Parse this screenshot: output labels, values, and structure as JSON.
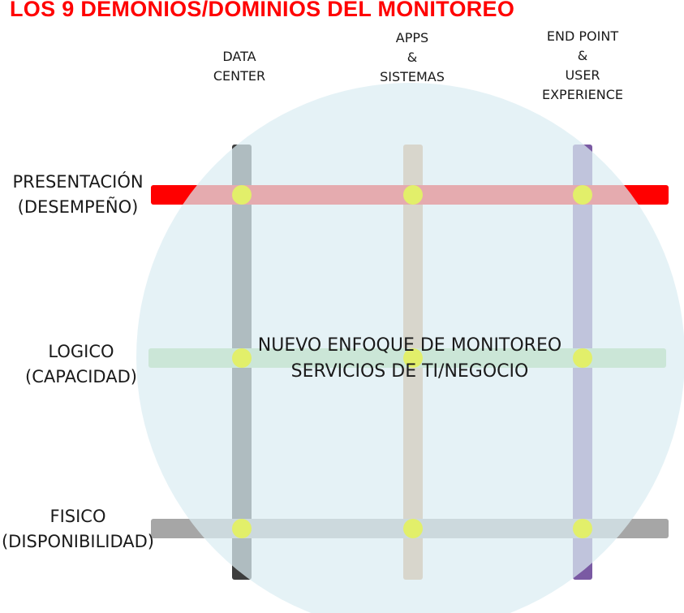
{
  "title": "LOS 9 DEMONIOS/DOMINIOS DEL MONITOREO",
  "columns": [
    {
      "lines": [
        "DATA",
        "CENTER"
      ],
      "color": "#3d3d3d"
    },
    {
      "lines": [
        "APPS",
        "&",
        "SISTEMAS"
      ],
      "color": "#d19a68"
    },
    {
      "lines": [
        "END POINT",
        "&",
        "USER",
        "EXPERIENCE"
      ],
      "color": "#7a5aa3"
    }
  ],
  "rows": [
    {
      "lines": [
        "PRESENTACIÓN",
        "(DESEMPEÑO)"
      ],
      "color": "#ff0000"
    },
    {
      "lines": [
        "LOGICO",
        "(CAPACIDAD)"
      ],
      "color": "#a2d58f"
    },
    {
      "lines": [
        "FISICO",
        "(DISPONIBILIDAD)"
      ],
      "color": "#a6a6a6"
    }
  ],
  "center": {
    "lines": [
      "NUEVO ENFOQUE DE MONITOREO",
      "SERVICIOS DE TI/NEGOCIO"
    ]
  },
  "colors": {
    "circle": "#dbedf3",
    "node": "#e2ef6a",
    "title": "#ff0000"
  }
}
